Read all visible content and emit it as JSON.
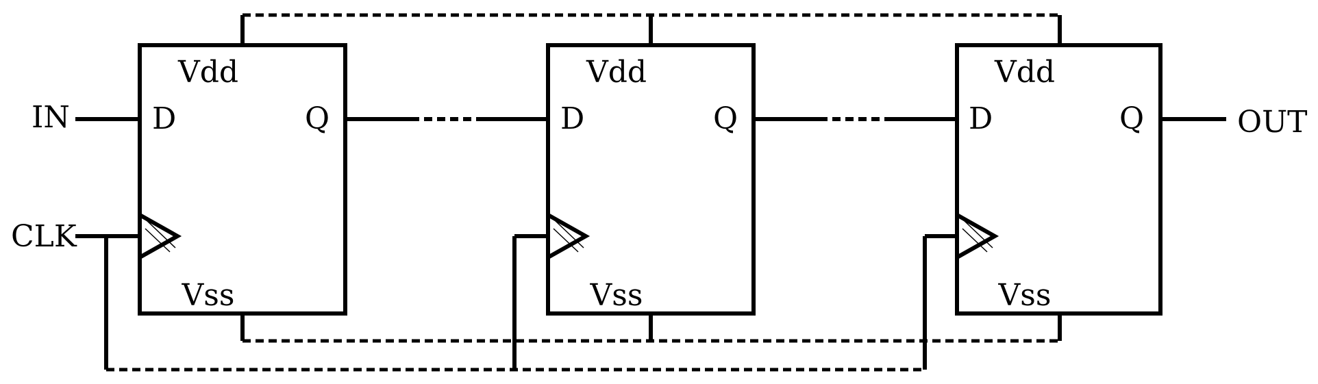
{
  "diagram": {
    "input_label": "IN",
    "clock_label": "CLK",
    "output_label": "OUT",
    "flipflops": [
      {
        "supply_label": "Vdd",
        "ground_label": "Vss",
        "data_in_label": "D",
        "data_out_label": "Q"
      },
      {
        "supply_label": "Vdd",
        "ground_label": "Vss",
        "data_in_label": "D",
        "data_out_label": "Q"
      },
      {
        "supply_label": "Vdd",
        "ground_label": "Vss",
        "data_in_label": "D",
        "data_out_label": "Q"
      }
    ]
  }
}
